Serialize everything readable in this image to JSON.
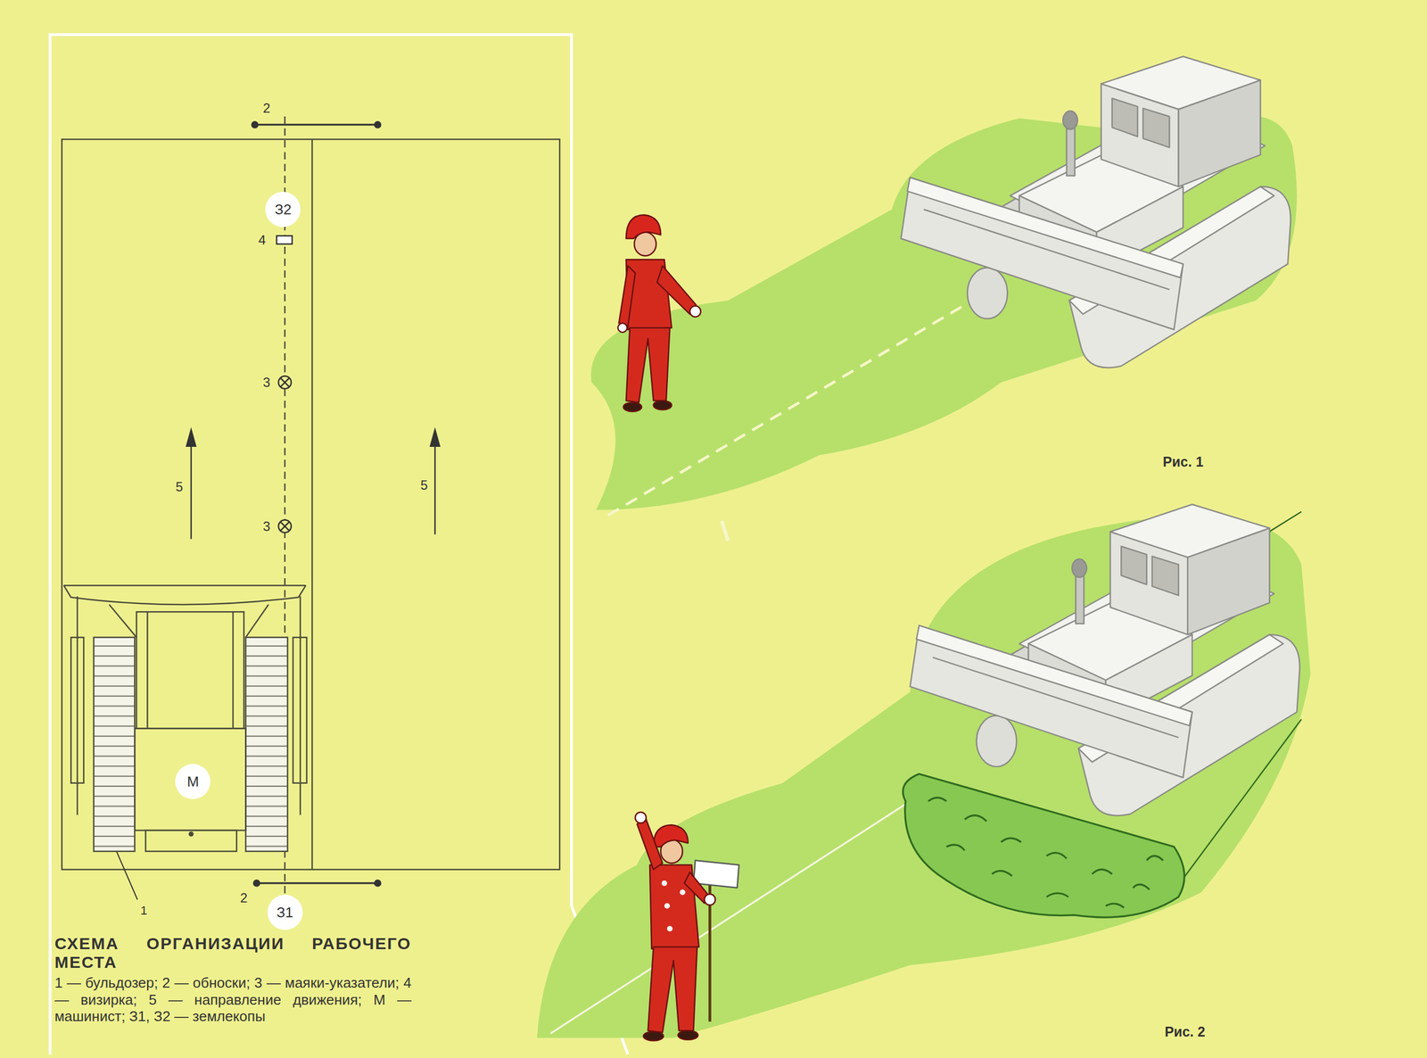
{
  "diagram": {
    "title": "СХЕМА ОРГАНИЗАЦИИ РАБОЧЕГО МЕСТА",
    "caption": "1 — бульдозер; 2 — обноски; 3 — маяки-указатели; 4 — визирка; 5 — направление движения; М — машинист; З1, З2 — землекопы",
    "nodes": [
      {
        "text": [
          "З2"
        ]
      },
      {
        "text": [
          "М"
        ]
      },
      {
        "text": [
          "З1"
        ]
      }
    ],
    "labels": [
      "2",
      "4",
      "3",
      "3",
      "5",
      "5",
      "1",
      "2",
      "Рис. 1",
      "Рис. 2"
    ]
  }
}
